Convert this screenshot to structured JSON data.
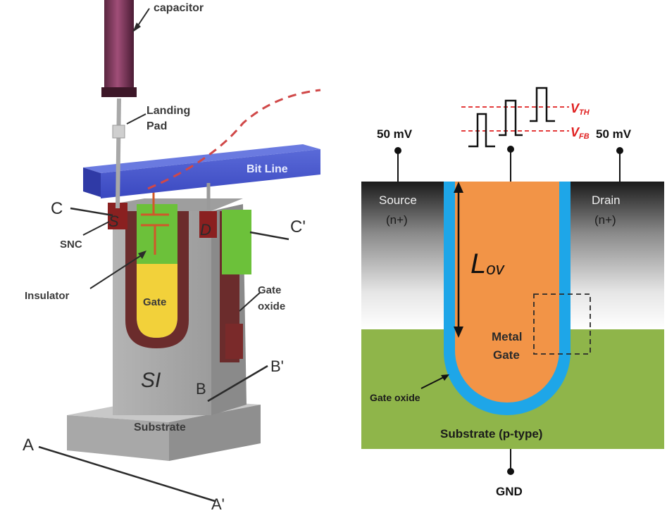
{
  "left_panel": {
    "labels": {
      "capacitor": "capacitor",
      "landing_pad": "Landing\nPad",
      "bit_line": "Bit Line",
      "c": "C",
      "c_prime": "C'",
      "s": "S",
      "d": "D",
      "snc": "SNC",
      "insulator": "Insulator",
      "gate": "Gate",
      "gate_oxide": "Gate\noxide",
      "si": "SI",
      "b": "B",
      "b_prime": "B'",
      "substrate": "Substrate",
      "a": "A",
      "a_prime": "A'"
    }
  },
  "right_panel": {
    "labels": {
      "source_voltage": "50 mV",
      "drain_voltage": "50 mV",
      "vth": "V",
      "vth_sub": "TH",
      "vfb": "V",
      "vfb_sub": "FB",
      "source": "Source",
      "source_type": "(n+)",
      "drain": "Drain",
      "drain_type": "(n+)",
      "lov": "L",
      "lov_sub": "ov",
      "metal_gate": "Metal\nGate",
      "gate_oxide": "Gate oxide",
      "substrate": "Substrate (p-type)",
      "gnd": "GND"
    },
    "colors": {
      "metal_gate": "#f29447",
      "gate_oxide": "#1ea6e8",
      "substrate": "#8fb54a",
      "threshold_lines": "#e02020"
    }
  }
}
